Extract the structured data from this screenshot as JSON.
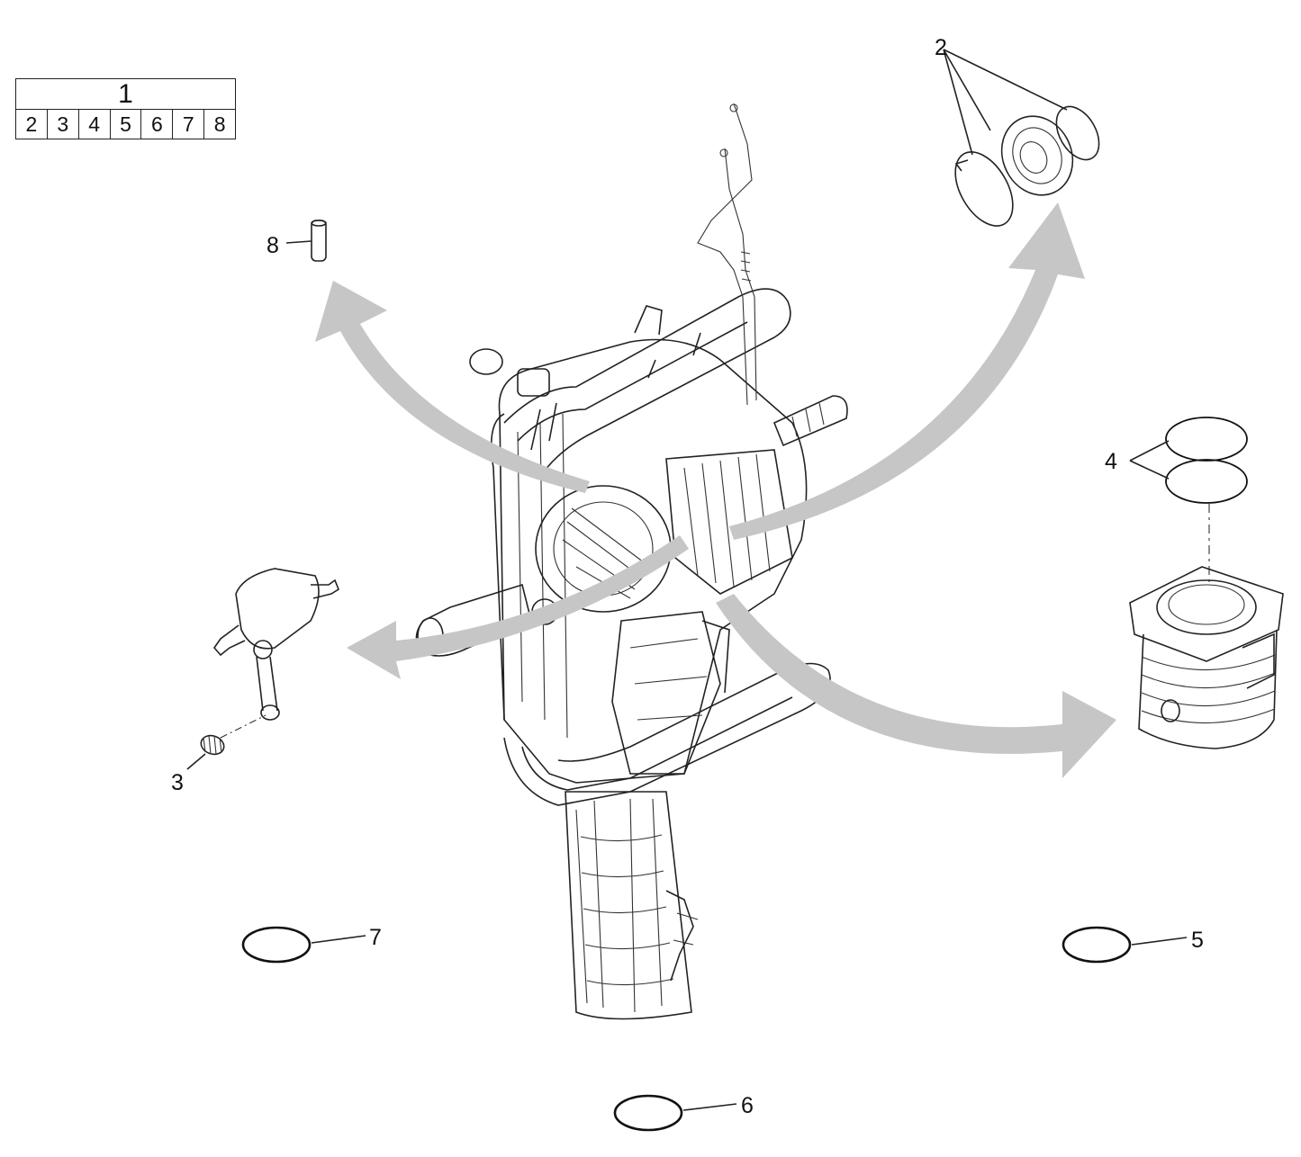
{
  "kit_table": {
    "header": "1",
    "items": [
      "2",
      "3",
      "4",
      "5",
      "6",
      "7",
      "8"
    ]
  },
  "callouts": {
    "bearing_set": "2",
    "needle_bearing": "3",
    "piston_rings": "4",
    "oring_right": "5",
    "oring_bottom": "6",
    "oring_left": "7",
    "piston_pin": "8"
  },
  "colors": {
    "line": "#222222",
    "arrow": "#c6c6c6",
    "background": "#ffffff"
  }
}
